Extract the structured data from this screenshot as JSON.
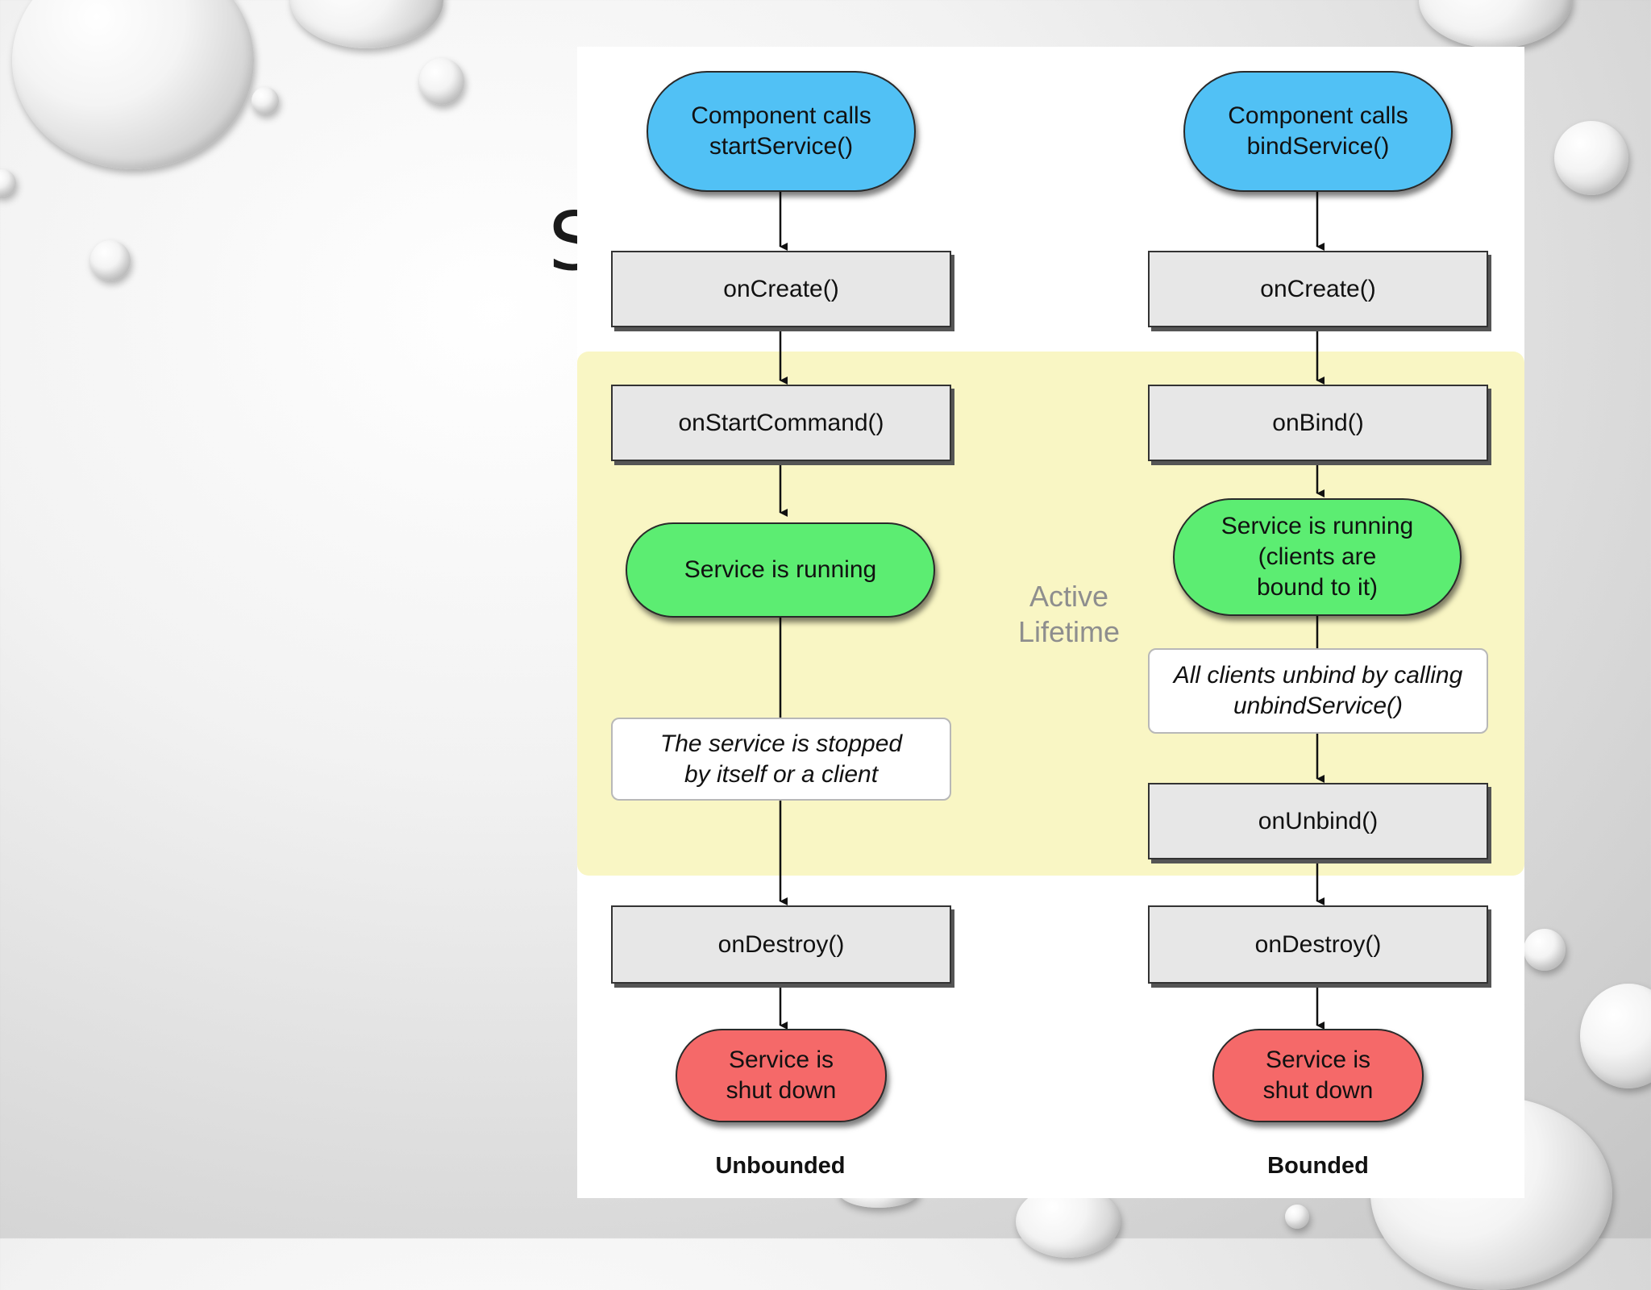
{
  "slide": {
    "title_fragment": "S"
  },
  "diagram": {
    "lifetime_label": "Active\nLifetime",
    "unbounded": {
      "label": "Unbounded",
      "start": "Component calls\nstartService()",
      "on_create": "onCreate()",
      "on_start_command": "onStartCommand()",
      "running": "Service is running",
      "stop_note": "The service is stopped\nby itself or a client",
      "on_destroy": "onDestroy()",
      "shutdown": "Service is\nshut down"
    },
    "bounded": {
      "label": "Bounded",
      "start": "Component calls\nbindService()",
      "on_create": "onCreate()",
      "on_bind": "onBind()",
      "running": "Service is running\n(clients are\nbound to it)",
      "unbind_note": "All clients unbind by calling\nunbindService()",
      "on_unbind": "onUnbind()",
      "on_destroy": "onDestroy()",
      "shutdown": "Service is\nshut down"
    }
  },
  "colors": {
    "start": "#51c1f5",
    "running": "#5ced72",
    "shutdown": "#f56969",
    "method": "#e7e7e7",
    "lifetime_band": "#f9f6c4"
  }
}
